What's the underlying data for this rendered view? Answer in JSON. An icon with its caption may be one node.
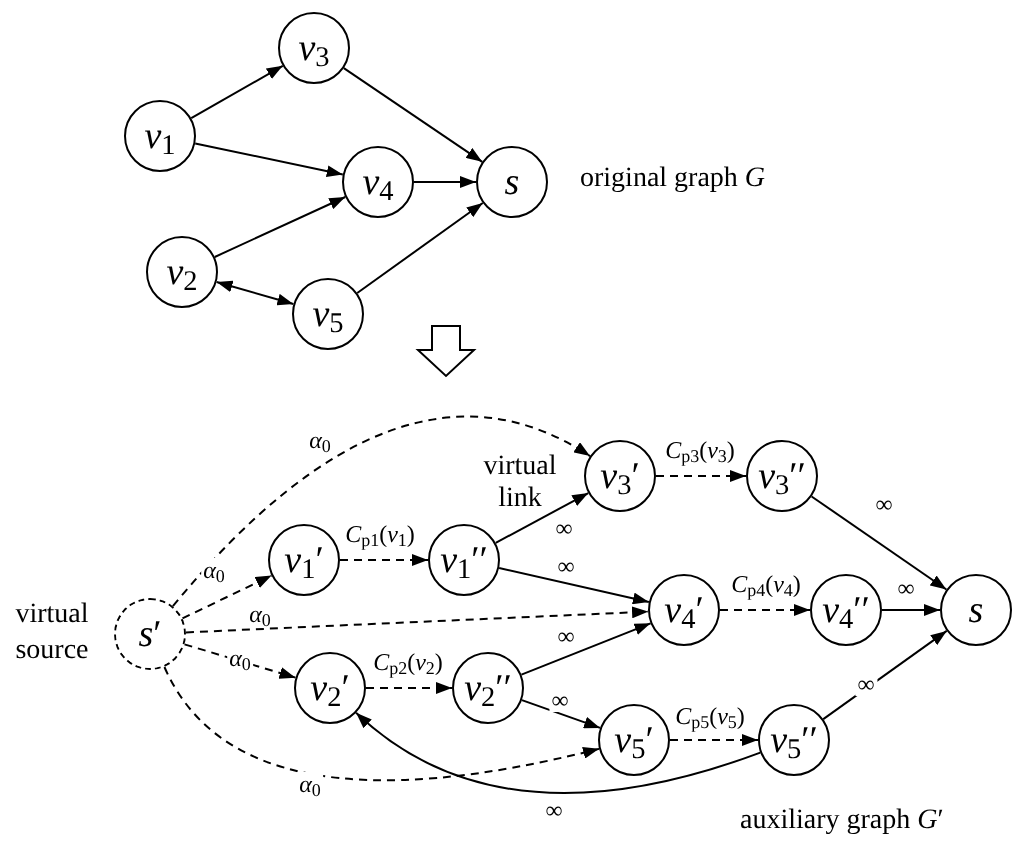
{
  "diagram": {
    "nodes": [
      {
        "text": [
          "*v*$_{1}$"
        ]
      },
      {
        "text": [
          "*v*$_{3}$"
        ]
      },
      {
        "text": [
          "*v*$_{4}$"
        ]
      },
      {
        "text": [
          "*s*"
        ]
      },
      {
        "text": [
          "*v*$_{2}$"
        ]
      },
      {
        "text": [
          "*v*$_{5}$"
        ]
      },
      {
        "text": [
          "*s*′"
        ],
        "beside": [
          "virtual source"
        ]
      },
      {
        "text": [
          "*v*$_{1}$′"
        ]
      },
      {
        "text": [
          "*v*$_{1}$′′"
        ]
      },
      {
        "text": [
          "*v*$_{2}$′"
        ]
      },
      {
        "text": [
          "*v*$_{2}$′′"
        ]
      },
      {
        "text": [
          "*v*$_{3}$′"
        ]
      },
      {
        "text": [
          "*v*$_{3}$′′"
        ]
      },
      {
        "text": [
          "*v*$_{4}$′"
        ]
      },
      {
        "text": [
          "*v*$_{4}$′′"
        ]
      },
      {
        "text": [
          "*s*"
        ]
      },
      {
        "text": [
          "*v*$_{5}$′"
        ]
      },
      {
        "text": [
          "*v*$_{5}$′′"
        ]
      }
    ],
    "edges": [
      {
        "from": 0,
        "to": 1,
        "arrow": "to"
      },
      {
        "from": 0,
        "to": 2,
        "arrow": "to"
      },
      {
        "from": 1,
        "to": 3,
        "arrow": "to"
      },
      {
        "from": 2,
        "to": 3,
        "arrow": "to"
      },
      {
        "from": 4,
        "to": 2,
        "arrow": "to"
      },
      {
        "from": 4,
        "to": 5,
        "arrow": "both"
      },
      {
        "from": 5,
        "to": 3,
        "arrow": "to"
      },
      {
        "from": 6,
        "to": 11,
        "arrow": "to",
        "label": "*α*$_{0}$",
        "style": "dashed"
      },
      {
        "from": 6,
        "to": 7,
        "arrow": "to",
        "label": "*α*$_{0}$",
        "style": "dashed"
      },
      {
        "from": 6,
        "to": 13,
        "arrow": "to",
        "label": "*α*$_{0}$",
        "style": "dashed"
      },
      {
        "from": 6,
        "to": 9,
        "arrow": "to",
        "label": "*α*$_{0}$",
        "style": "dashed"
      },
      {
        "from": 6,
        "to": 16,
        "arrow": "to",
        "label": "*α*$_{0}$",
        "style": "dashed"
      },
      {
        "from": 7,
        "to": 8,
        "arrow": "to",
        "label": "*C*$_{p1}$(*v*$_{1}$)",
        "style": "dashed"
      },
      {
        "from": 9,
        "to": 10,
        "arrow": "to",
        "label": "*C*$_{p2}$(*v*$_{2}$)",
        "style": "dashed"
      },
      {
        "from": 8,
        "to": 11,
        "arrow": "to",
        "label": "∞"
      },
      {
        "from": 8,
        "to": 13,
        "arrow": "to",
        "label": "∞"
      },
      {
        "from": 10,
        "to": 13,
        "arrow": "to",
        "label": "∞"
      },
      {
        "from": 10,
        "to": 16,
        "arrow": "to",
        "label": "∞"
      },
      {
        "from": 11,
        "to": 12,
        "arrow": "to",
        "label": "*C*$_{p3}$(*v*$_{3}$)",
        "style": "dashed"
      },
      {
        "from": 13,
        "to": 14,
        "arrow": "to",
        "label": "*C*$_{p4}$(*v*$_{4}$)",
        "style": "dashed"
      },
      {
        "from": 16,
        "to": 17,
        "arrow": "to",
        "label": "*C*$_{p5}$(*v*$_{5}$)",
        "style": "dashed"
      },
      {
        "from": 12,
        "to": 15,
        "arrow": "to",
        "label": "∞"
      },
      {
        "from": 14,
        "to": 15,
        "arrow": "to",
        "label": "∞"
      },
      {
        "from": 17,
        "to": 15,
        "arrow": "to",
        "label": "∞"
      },
      {
        "from": 17,
        "to": 9,
        "arrow": "to",
        "label": "∞"
      }
    ],
    "labels": [
      "original graph *G*",
      "virtual link",
      "auxiliary graph *G*′"
    ]
  }
}
